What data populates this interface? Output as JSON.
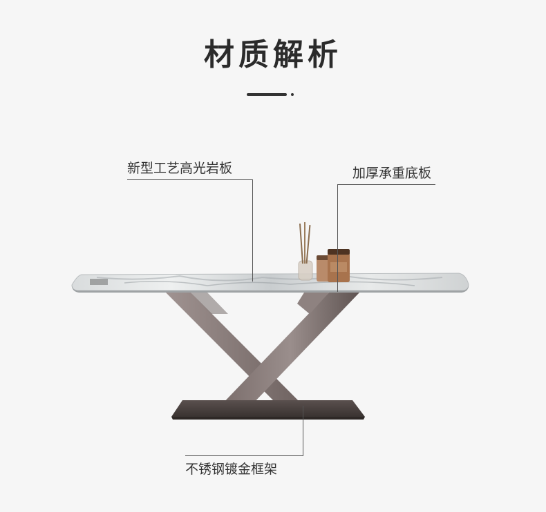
{
  "page": {
    "title": "材质解析"
  },
  "callouts": [
    {
      "label": "新型工艺高光岩板"
    },
    {
      "label": "加厚承重底板"
    },
    {
      "label": "不锈钢镀金框架"
    }
  ],
  "colors": {
    "background": "#f6f6f6",
    "text": "#2b2b2b",
    "frame": "#8a7b78",
    "base": "#4a4240"
  }
}
